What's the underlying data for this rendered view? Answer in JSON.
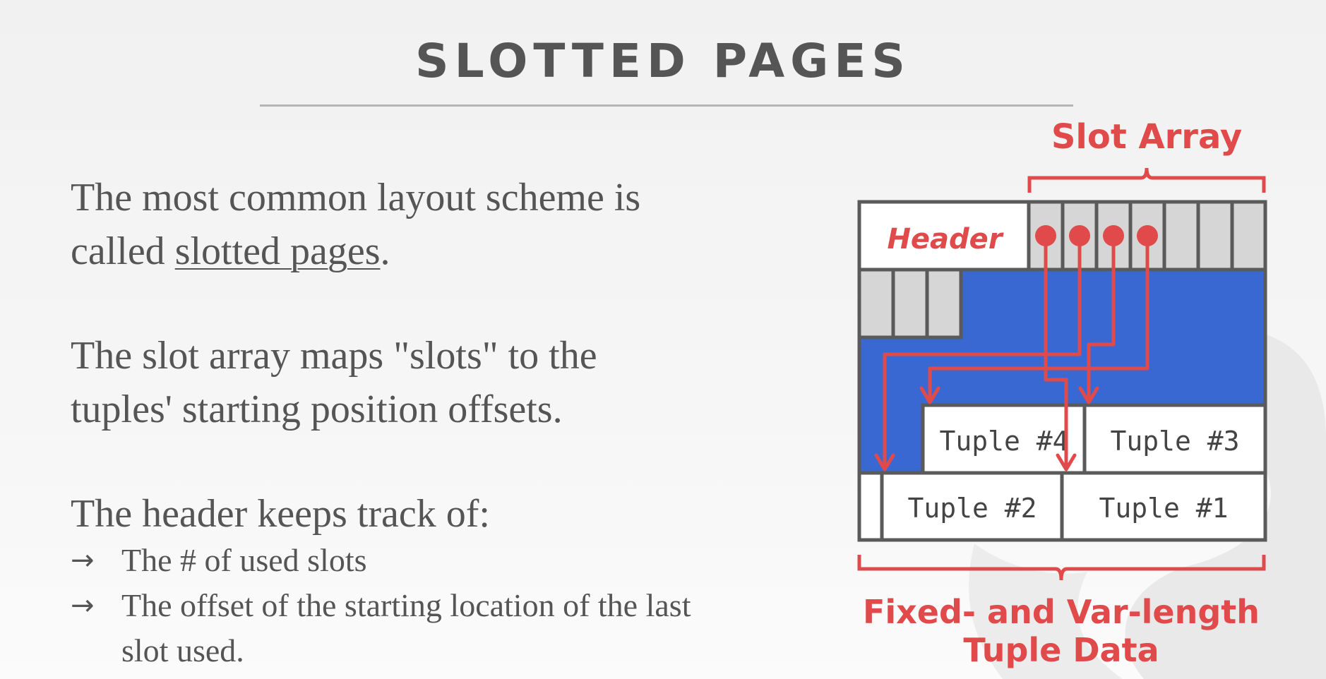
{
  "slide": {
    "title": "SLOTTED PAGES",
    "para1": {
      "line1": "The most common layout scheme is",
      "line2_prefix": "called ",
      "line2_term": "slotted pages",
      "line2_suffix": "."
    },
    "para2": {
      "line1": "The slot array maps \"slots\" to the",
      "line2": "tuples' starting position offsets."
    },
    "para3": {
      "heading": "The header keeps track of:",
      "bullet_arrow": "→",
      "bullets": [
        "The # of used slots",
        "The offset of the starting location of the last slot used."
      ]
    }
  },
  "diagram": {
    "slot_array_label": "Slot Array",
    "header_label": "Header",
    "tuples": [
      "Tuple #4",
      "Tuple #3",
      "Tuple #2",
      "Tuple #1"
    ],
    "bottom_label_line1": "Fixed- and Var-length",
    "bottom_label_line2": "Tuple Data",
    "colors": {
      "accent_red": "#e04a4a",
      "free_space_blue": "#3a68d3",
      "slot_gray": "#d6d6d6",
      "outline": "#5a5a5a"
    }
  }
}
